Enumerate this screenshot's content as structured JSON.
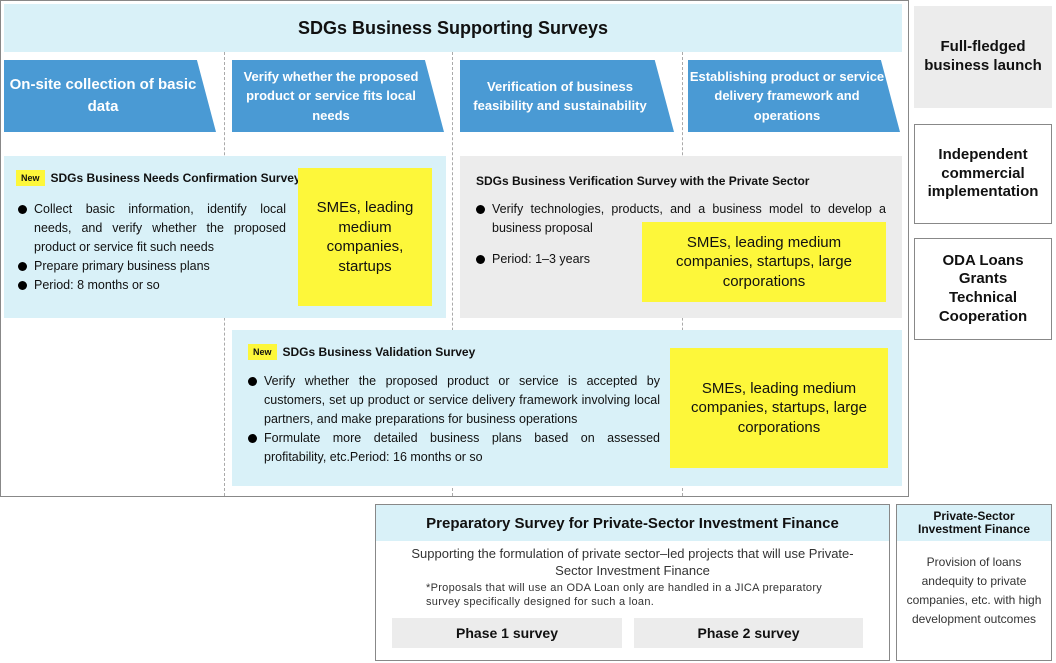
{
  "title": "SDGs Business Supporting Surveys",
  "stages": [
    "On-site collection of basic data",
    "Verify whether the proposed product or service fits local needs",
    "Verification of business feasibility and sustainability",
    "Establishing product or service delivery framework and operations"
  ],
  "needs": {
    "badge": "New",
    "title": "SDGs Business Needs Confirmation Survey",
    "bullets": [
      "Collect basic information, identify local needs, and verify whether the proposed product or service fit such needs",
      "Prepare primary business plans",
      "Period: 8 months or so"
    ],
    "target": "SMEs, leading medium companies, startups"
  },
  "verification": {
    "title": "SDGs Business Verification Survey with the Private Sector",
    "bullets": [
      "Verify technologies, products, and a business model to develop a business proposal",
      "Period: 1–3 years"
    ],
    "target": "SMEs, leading medium companies, startups, large corporations"
  },
  "validation": {
    "badge": "New",
    "title": "SDGs Business Validation Survey",
    "bullets": [
      "Verify whether the proposed product or service is accepted by customers, set up product or service delivery framework involving local partners, and make preparations for business operations",
      "Formulate more detailed business plans based on assessed profitability, etc.Period: 16 months or so"
    ],
    "target": "SMEs, leading medium companies, startups, large corporations"
  },
  "right": [
    "Full-fledged business launch",
    "Independent commercial implementation",
    "ODA Loans Grants Technical Cooperation"
  ],
  "prep": {
    "title": "Preparatory Survey for Private-Sector Investment Finance",
    "desc": "Supporting the formulation of private sector–led projects that will use Private-Sector Investment Finance",
    "note": "*Proposals that will use an ODA Loan only are handled in a JICA preparatory survey specifically designed for such a loan.",
    "phase1": "Phase 1 survey",
    "phase2": "Phase 2 survey"
  },
  "psif": {
    "title": "Private-Sector Investment Finance",
    "desc": "Provision of loans andequity to private companies, etc. with high development outcomes"
  }
}
